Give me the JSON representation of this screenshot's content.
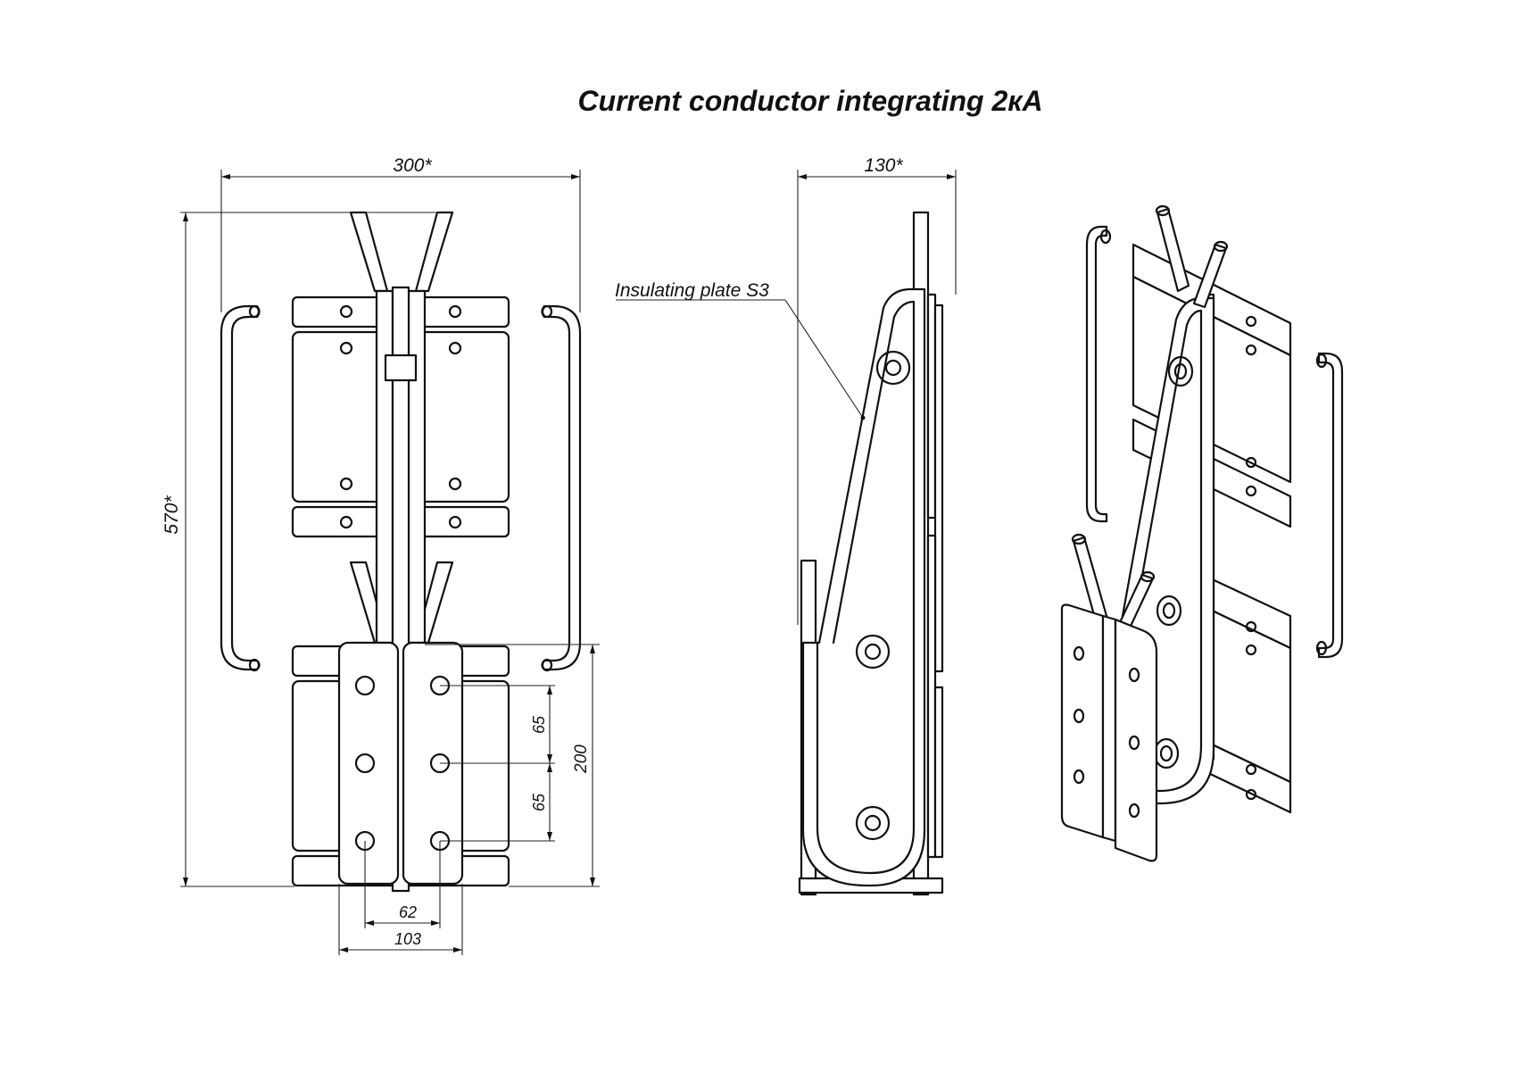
{
  "title": "Current conductor integrating  2кА",
  "dimensions": {
    "overall_width": "300*",
    "overall_height": "570*",
    "side_depth": "130*",
    "terminal_height": "200",
    "hole_pitch_upper": "65",
    "hole_pitch_lower": "65",
    "hole_spacing": "62",
    "plate_width": "103"
  },
  "callouts": {
    "insulating_plate": "Insulating plate S3"
  }
}
